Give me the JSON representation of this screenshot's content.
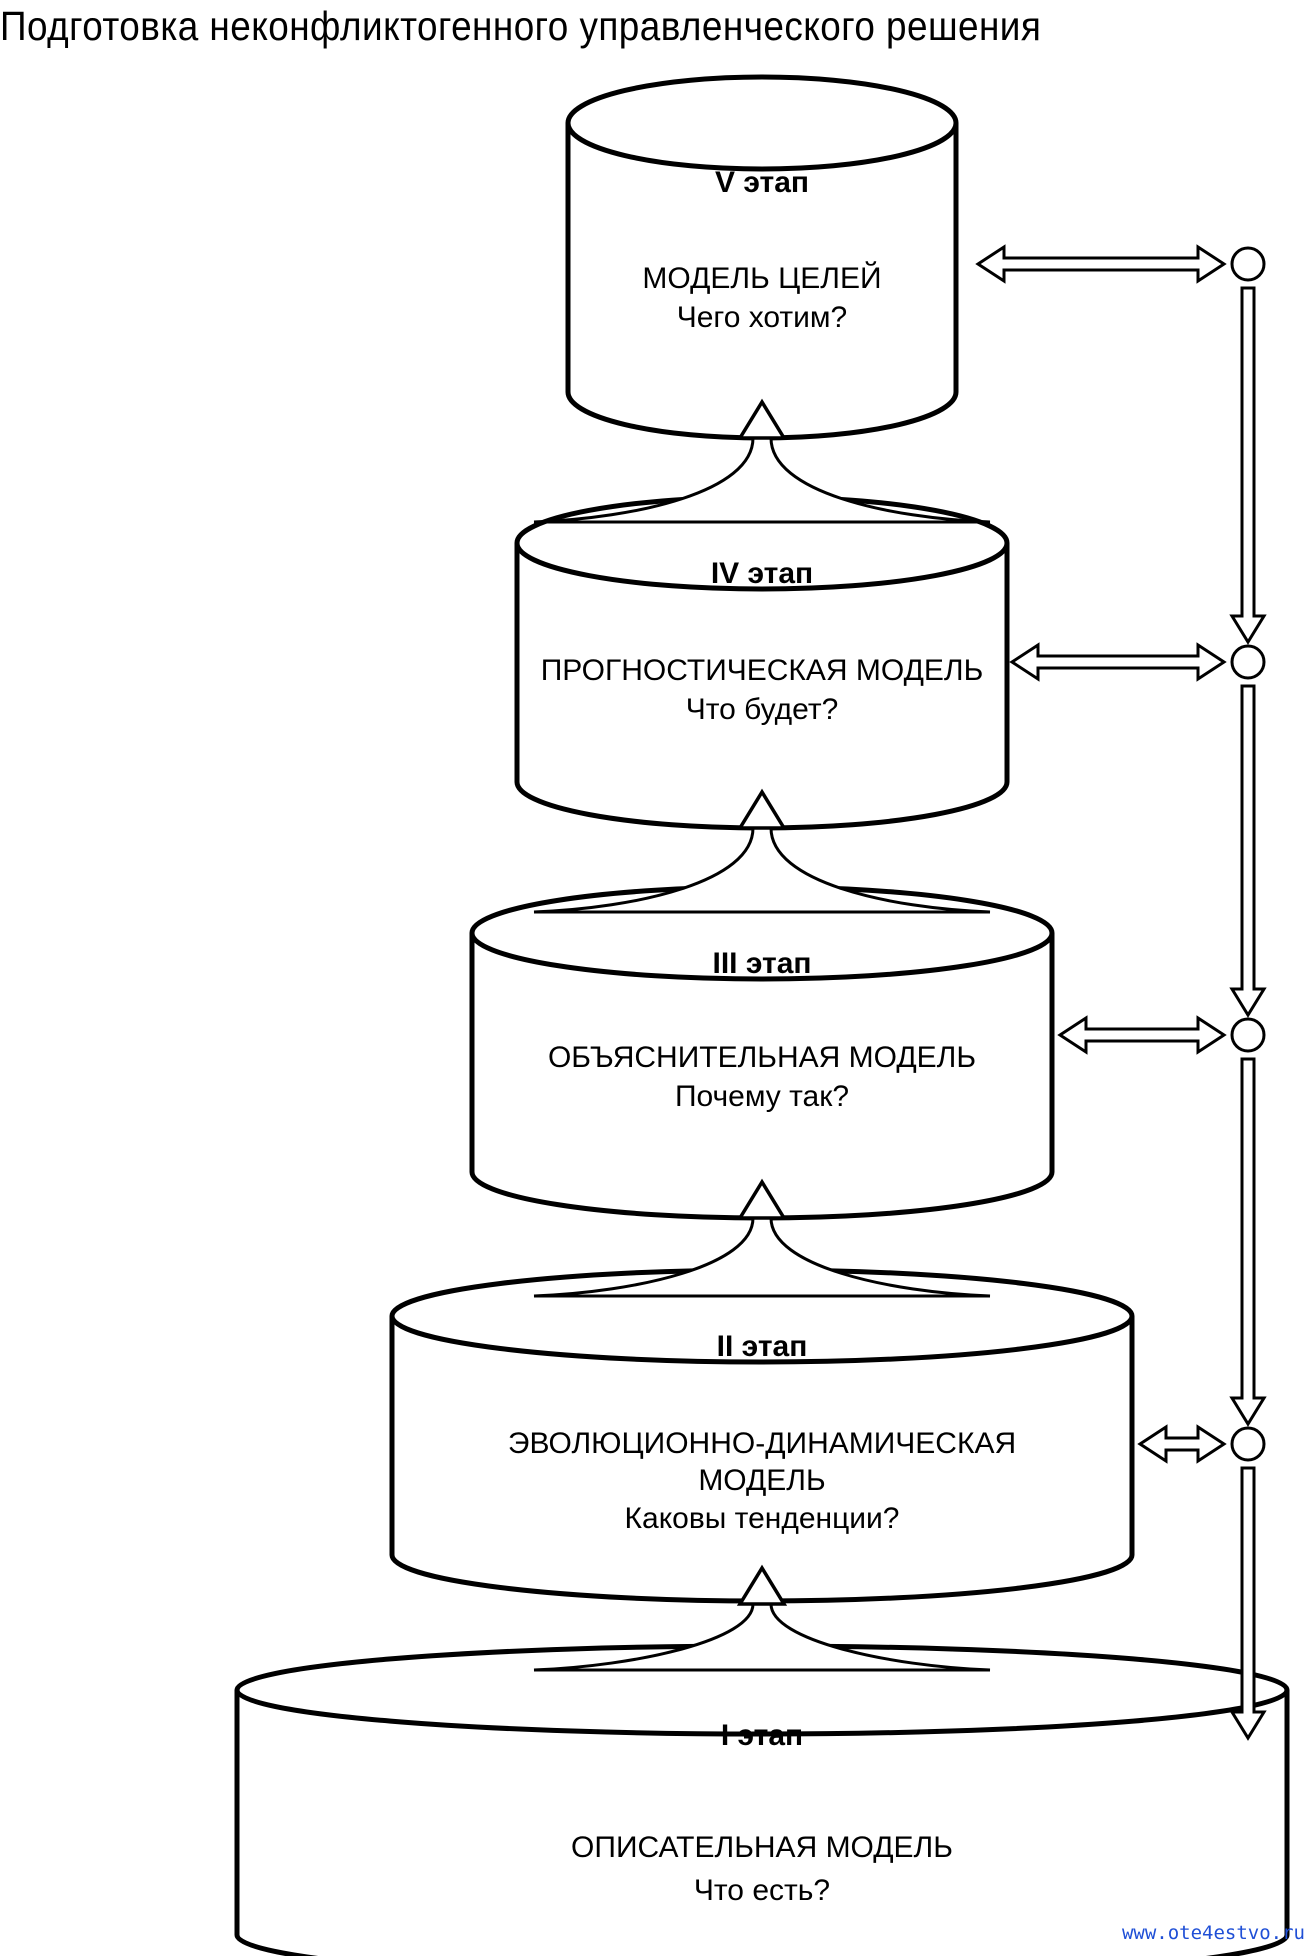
{
  "title": "Подготовка неконфликтогенного управленческого решения",
  "watermark": "www.ote4estvo.ru",
  "stages": [
    {
      "label": "V этап",
      "lines": [
        "МОДЕЛЬ ЦЕЛЕЙ",
        "Чего хотим?"
      ]
    },
    {
      "label": "IV этап",
      "lines": [
        "ПРОГНОСТИЧЕСКАЯ МОДЕЛЬ",
        "Что будет?"
      ]
    },
    {
      "label": "III этап",
      "lines": [
        "ОБЪЯСНИТЕЛЬНАЯ МОДЕЛЬ",
        "Почему так?"
      ]
    },
    {
      "label": "II этап",
      "lines": [
        "ЭВОЛЮЦИОННО-ДИНАМИЧЕСКАЯ",
        "МОДЕЛЬ",
        "Каковы тенденции?"
      ]
    },
    {
      "label": "I этап",
      "lines": [
        "ОПИСАТЕЛЬНАЯ МОДЕЛЬ",
        "Что есть?"
      ]
    }
  ]
}
